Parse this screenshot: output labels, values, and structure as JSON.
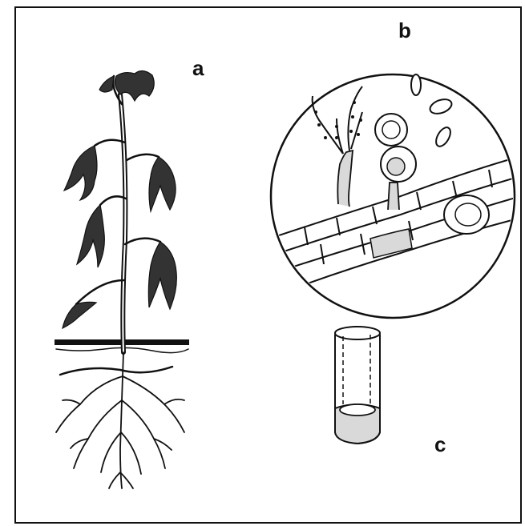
{
  "labels": {
    "a": "a",
    "b": "b",
    "c": "c"
  },
  "colors": {
    "ink": "#111111",
    "paper": "#ffffff",
    "shade": "#d9d9d9"
  }
}
